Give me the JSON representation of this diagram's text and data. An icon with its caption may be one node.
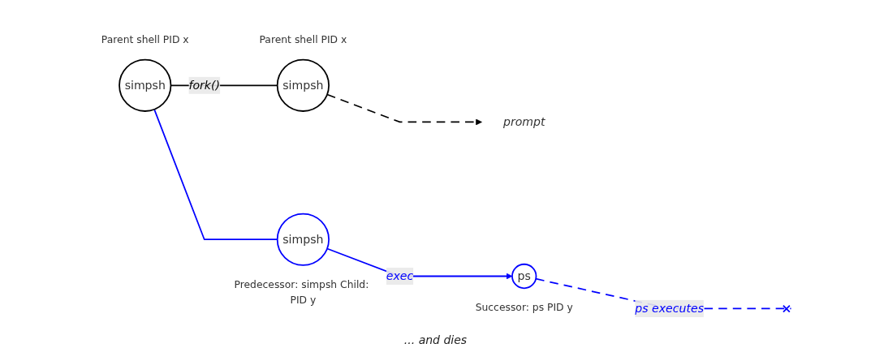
{
  "diagram": {
    "nodes": [
      {
        "text": [
          "simpsh"
        ],
        "beside": [
          "Parent shell PID x"
        ]
      },
      {
        "text": [
          "simpsh"
        ],
        "beside": [
          "Parent shell PID x"
        ]
      },
      {
        "text": [
          "simpsh"
        ],
        "beside": [
          "Predecessor: simpsh Child: PID y"
        ]
      },
      {
        "text": [
          "ps"
        ],
        "beside": [
          "Successor: ps PID y"
        ]
      },
      {
        "text": [
          "prompt"
        ]
      }
    ],
    "edges": [
      {
        "from": 0,
        "to": 1,
        "arrow": "none",
        "label": "fork()",
        "color": "#000000"
      },
      {
        "from": 0,
        "to": 2,
        "arrow": "none",
        "color": "#0000ff"
      },
      {
        "from": 1,
        "to": 4,
        "arrow": "to",
        "style": "dashed",
        "color": "#000000"
      },
      {
        "from": 2,
        "to": 3,
        "arrow": "to",
        "label": "exec",
        "color": "#0000ff"
      },
      {
        "from": 3,
        "to": null,
        "arrow": "other",
        "style": "dashed",
        "label": "ps executes",
        "color": "#0000ff"
      }
    ],
    "labels": [
      "... and dies"
    ]
  }
}
